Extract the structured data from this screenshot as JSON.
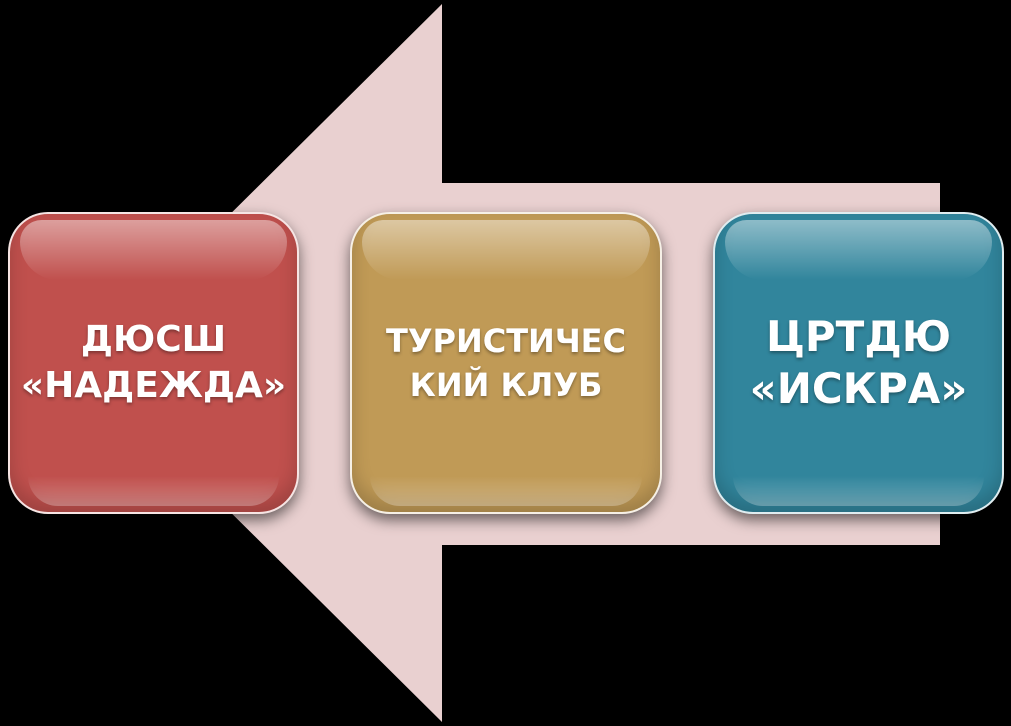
{
  "diagram": {
    "arrow": {
      "direction": "left",
      "color": "#e9d0d0"
    },
    "boxes": [
      {
        "label": "ДЮСШ\n«НАДЕЖДА»",
        "color": "#c0504d"
      },
      {
        "label": "ТУРИСТИЧЕСКИЙ КЛУБ",
        "color": "#c09a56"
      },
      {
        "label": "ЦРТДЮ\n«ИСКРА»",
        "color": "#31859c"
      }
    ]
  }
}
